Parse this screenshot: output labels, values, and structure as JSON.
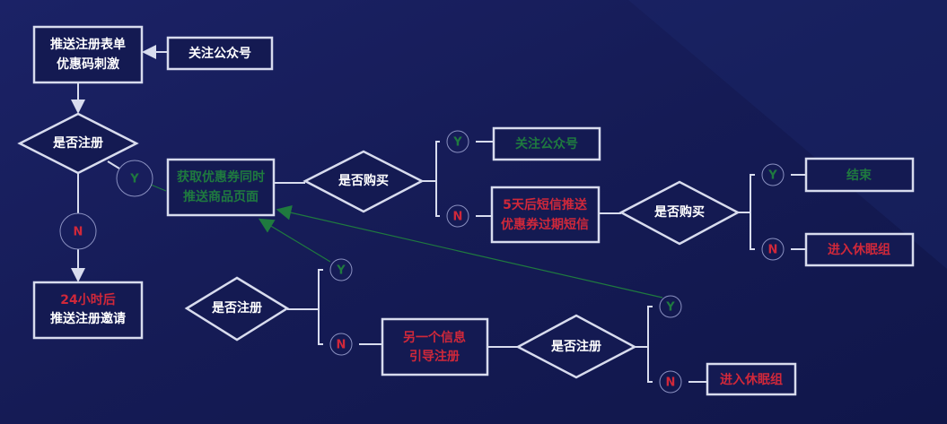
{
  "colors": {
    "background": "#161c57",
    "green": "#1f7a3f",
    "red": "#d0283a",
    "line": "#d8dcee"
  },
  "nodes": {
    "push_form": [
      "推送注册表单",
      "优惠码刺激"
    ],
    "follow_account_top": "关注公众号",
    "is_registered_1": "是否注册",
    "reminder_24h": [
      "24小时后",
      "推送注册邀请"
    ],
    "coupon_push": [
      "获取优惠券同时",
      "推送商品页面"
    ],
    "is_purchased_1": "是否购买",
    "follow_account_right": "关注公众号",
    "sms_5days": [
      "5天后短信推送",
      "优惠券过期短信"
    ],
    "is_purchased_2": "是否购买",
    "end": "结束",
    "dormant_1": "进入休眠组",
    "is_registered_2": "是否注册",
    "another_info": [
      "另一个信息",
      "引导注册"
    ],
    "is_registered_3": "是否注册",
    "dormant_2": "进入休眠组"
  },
  "labels": {
    "yes": "Y",
    "no": "N"
  }
}
